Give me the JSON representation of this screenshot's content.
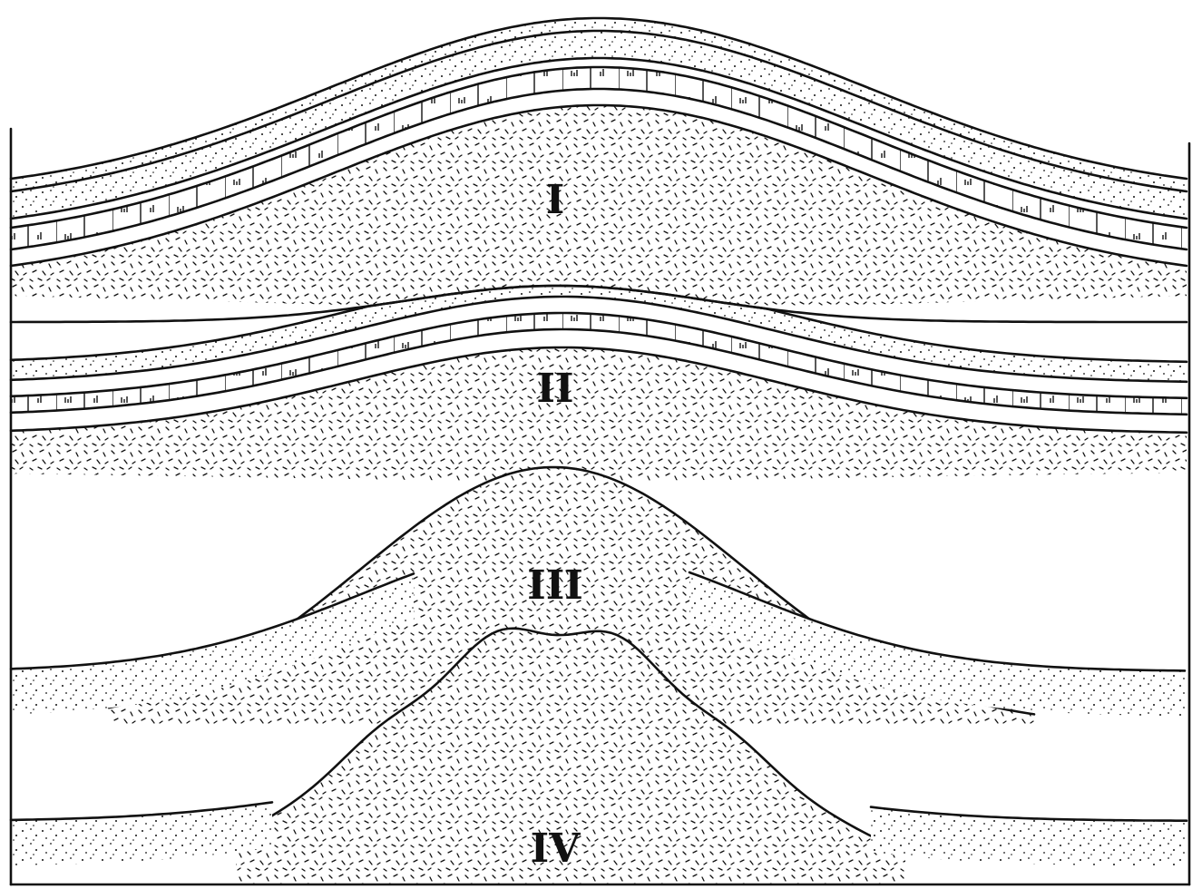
{
  "figure": {
    "panels": [
      {
        "label": "I"
      },
      {
        "label": "II"
      },
      {
        "label": "III"
      },
      {
        "label": "IV"
      }
    ]
  }
}
